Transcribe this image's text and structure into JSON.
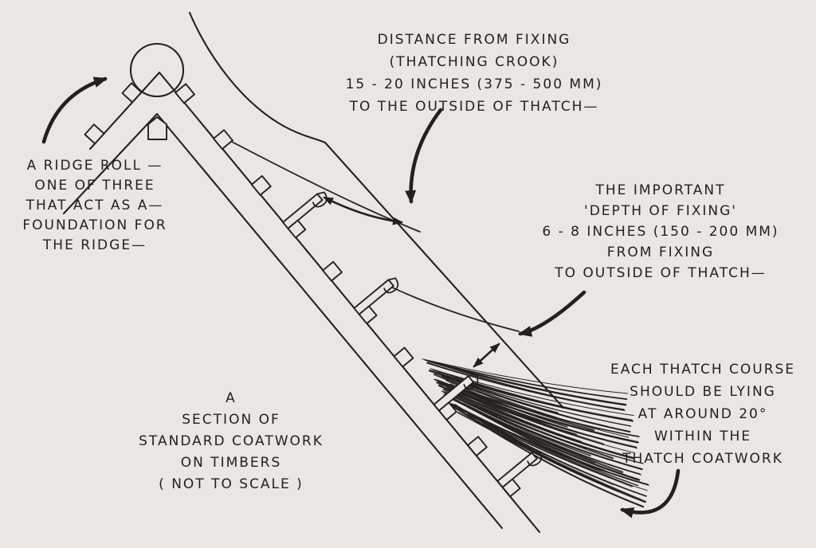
{
  "title": "A section of standard coatwork on timbers (hand-drawn thatching diagram)",
  "colors": {
    "paper": "#eae7e2",
    "ink": "#24211d"
  },
  "annotations": {
    "distance_from_fixing": {
      "lines": [
        "DISTANCE FROM FIXING",
        "(THATCHING CROOK)",
        "15 - 20 INCHES  (375 - 500 MM)",
        "TO THE OUTSIDE OF THATCH—"
      ]
    },
    "ridge_roll": {
      "lines": [
        "A RIDGE ROLL —",
        "ONE OF THREE",
        "THAT ACT AS A—",
        "FOUNDATION FOR",
        "THE RIDGE—"
      ]
    },
    "depth_of_fixing": {
      "lines": [
        "THE IMPORTANT",
        "'DEPTH OF FIXING'",
        "6 - 8 INCHES (150 - 200 MM)",
        "FROM FIXING",
        "TO OUTSIDE OF THATCH—"
      ]
    },
    "caption": {
      "lines": [
        "A",
        "SECTION OF",
        "STANDARD COATWORK",
        "ON TIMBERS",
        "( NOT TO SCALE )"
      ]
    },
    "course_angle": {
      "lines": [
        "EACH THATCH COURSE",
        "SHOULD BE LYING",
        "AT AROUND 20°",
        "WITHIN THE",
        "THATCH COATWORK"
      ]
    }
  }
}
